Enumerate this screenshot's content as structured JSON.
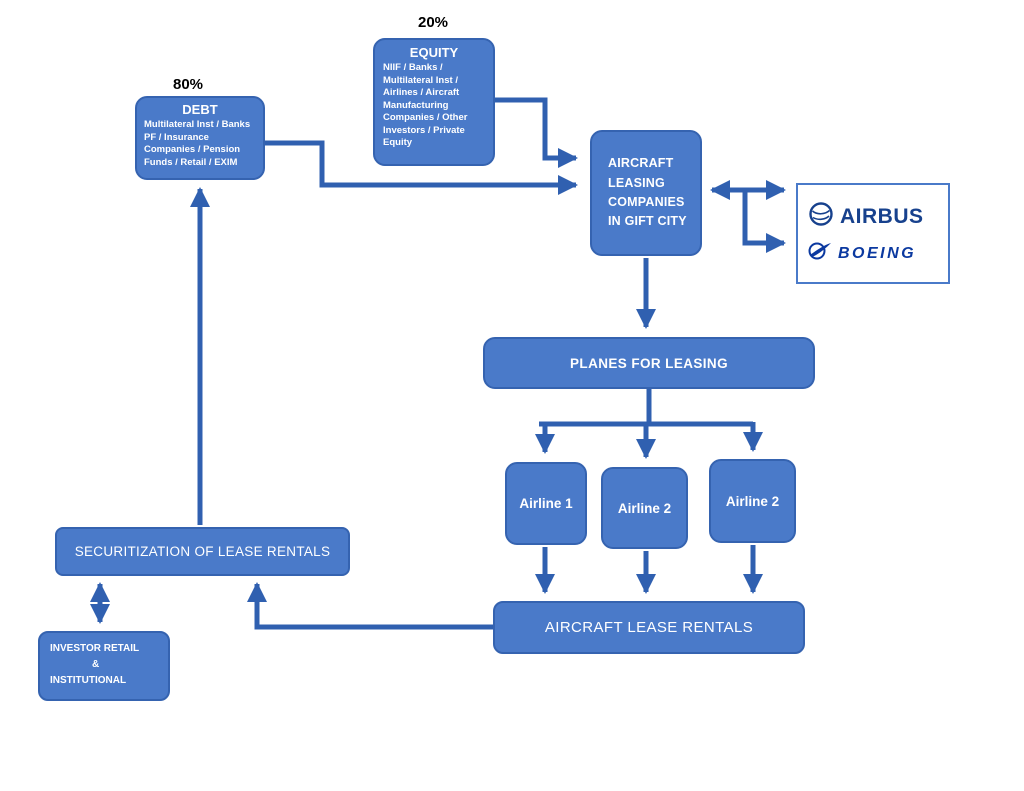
{
  "diagram": {
    "equity": {
      "pct": "20%",
      "title": "EQUITY",
      "body": "NIIF / Banks / Multilateral Inst / Airlines / Aircraft Manufacturing Companies / Other Investors / Private Equity"
    },
    "debt": {
      "pct": "80%",
      "title": "DEBT",
      "body": "Multilateral Inst / Banks PF / Insurance Companies / Pension Funds / Retail / EXIM"
    },
    "leasing": {
      "label": "AIRCRAFT LEASING COMPANIES IN GIFT CITY"
    },
    "manufacturers": {
      "airbus": "AIRBUS",
      "boeing": "BOEING"
    },
    "planes": {
      "label": "PLANES FOR LEASING"
    },
    "airlines": [
      {
        "label": "Airline 1"
      },
      {
        "label": "Airline 2"
      },
      {
        "label": "Airline 2"
      }
    ],
    "rentals": {
      "label": "AIRCRAFT LEASE RENTALS"
    },
    "securitization": {
      "label": "SECURITIZATION OF LEASE RENTALS"
    },
    "investors": {
      "line1": "INVESTOR RETAIL",
      "line2": "&",
      "line3": "INSTITUTIONAL"
    }
  },
  "colors": {
    "box_fill": "#4a7ac9",
    "box_border": "#3563b0",
    "arrow": "#3060b0",
    "airbus_blue": "#17418d",
    "boeing_blue": "#0b39a0"
  }
}
